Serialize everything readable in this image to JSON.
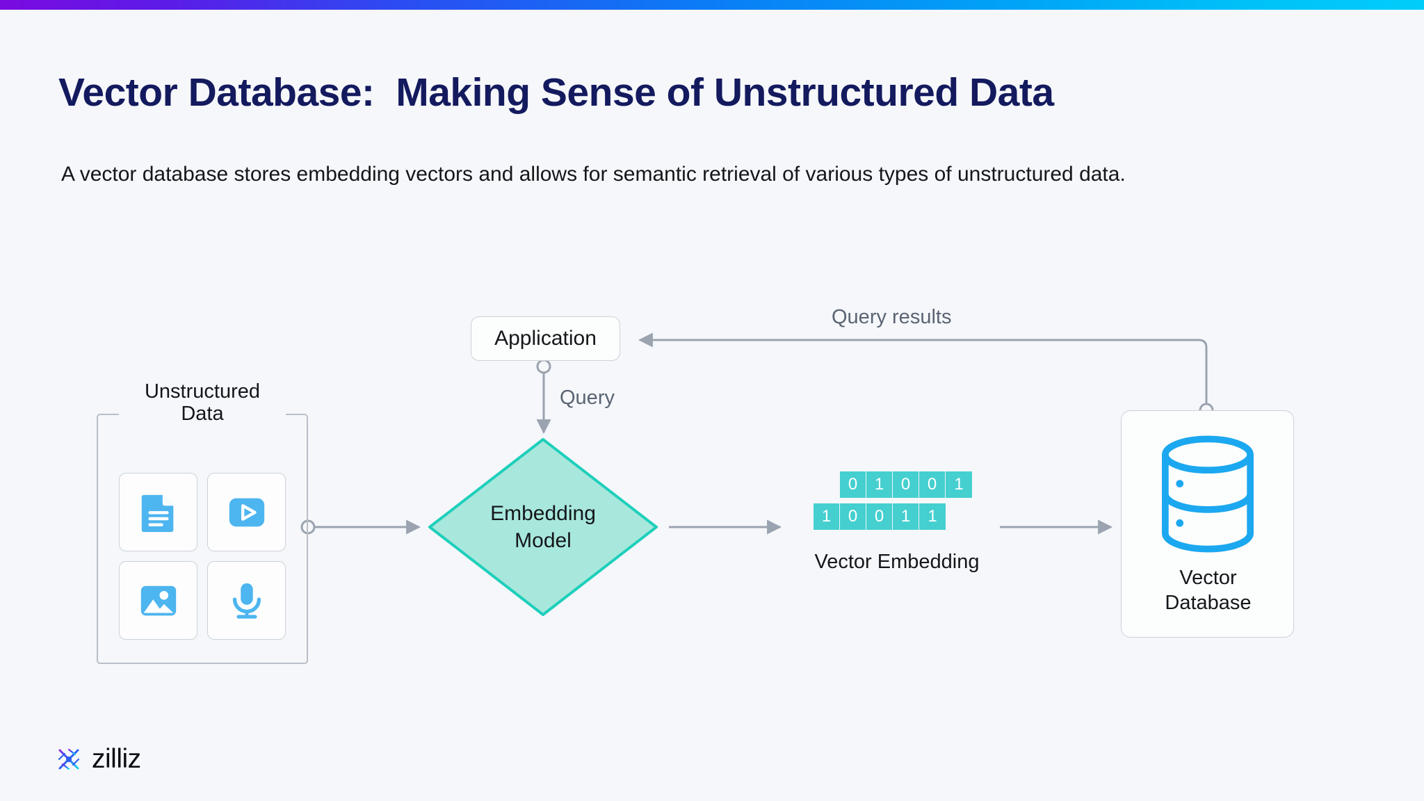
{
  "title": "Vector Database:  Making Sense of Unstructured Data",
  "subtitle": "A vector database stores embedding vectors and allows for semantic retrieval of various types of unstructured data.",
  "colors": {
    "title": "#141a5e",
    "background": "#f5f7fa",
    "gradient_start": "#7b0ae0",
    "gradient_end": "#00cdfa",
    "icon_blue": "#4db5ef",
    "bit_teal": "#45cfcf",
    "diamond_fill": "#a8e8dc",
    "diamond_stroke": "#1ecfbb",
    "database_blue": "#1ca8f0",
    "edge_gray": "#9aa3af",
    "node_border": "#ccd2d9"
  },
  "diagram": {
    "unstructured": {
      "label_line1": "Unstructured",
      "label_line2": "Data",
      "icons": [
        {
          "name": "document-icon",
          "label": "document"
        },
        {
          "name": "video-play-icon",
          "label": "video"
        },
        {
          "name": "image-icon",
          "label": "image"
        },
        {
          "name": "microphone-icon",
          "label": "audio"
        }
      ]
    },
    "application": {
      "label": "Application"
    },
    "embedding_model": {
      "label_line1": "Embedding",
      "label_line2": "Model"
    },
    "vector_embedding": {
      "label": "Vector Embedding",
      "rows": [
        [
          "0",
          "1",
          "0",
          "0",
          "1"
        ],
        [
          "1",
          "0",
          "0",
          "1",
          "1"
        ]
      ]
    },
    "vector_database": {
      "label_line1": "Vector",
      "label_line2": "Database"
    },
    "edges": {
      "query": "Query",
      "query_results": "Query results"
    }
  },
  "footer": {
    "brand": "zilliz"
  }
}
